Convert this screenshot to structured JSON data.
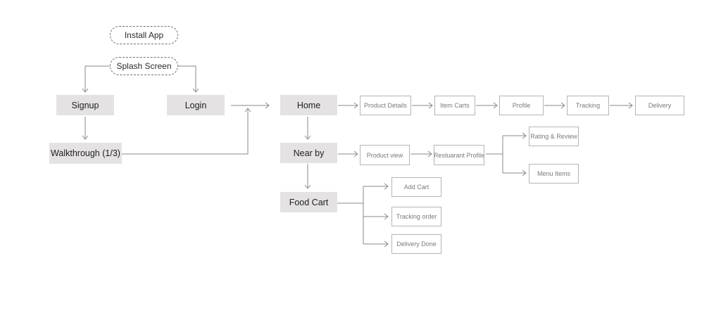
{
  "nodes": {
    "install_app": "Install App",
    "splash_screen": "Splash Screen",
    "signup": "Signup",
    "login": "Login",
    "walkthrough": "Walkthrough (1/3)",
    "home": "Home",
    "near_by": "Near by",
    "food_cart": "Food Cart",
    "product_details": "Product Details",
    "item_carts": "Item Carts",
    "profile": "Profile",
    "tracking": "Tracking",
    "delivery": "Delivery",
    "product_view": "Product view",
    "restaurant_profile": "Restuarant Profile",
    "rating_review": "Rating & Review",
    "menu_items": "Menu Items",
    "add_cart": "Add Cart",
    "tracking_order": "Tracking order",
    "delivery_done": "Delivery Done"
  },
  "colors": {
    "primary_fill": "#e4e2e2",
    "connector": "#8a8a8a",
    "secondary_border": "#b5b5b5"
  }
}
